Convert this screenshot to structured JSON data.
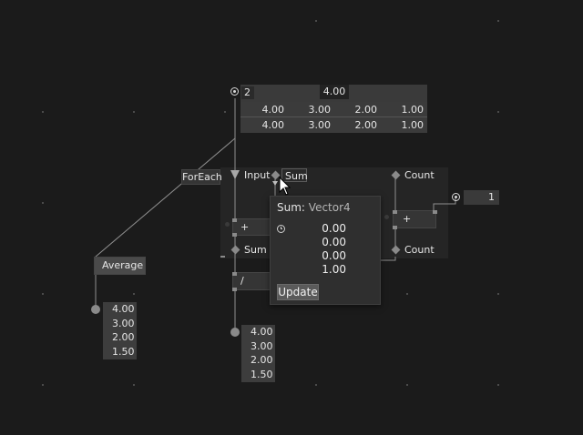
{
  "top_input": {
    "index": "2",
    "tooltip": "4.00"
  },
  "table": {
    "rows": [
      [
        "4.00",
        "3.00",
        "2.00",
        "1.00"
      ],
      [
        "4.00",
        "3.00",
        "2.00",
        "1.00"
      ]
    ]
  },
  "foreach": {
    "label": "ForEach"
  },
  "graph": {
    "input_label": "Input",
    "sum_field": "Sum",
    "count_top": "Count",
    "count_bottom": "Count",
    "plus_left": "+",
    "plus_right": "+",
    "sum_label": "Sum",
    "divide": "/",
    "const_value": "1"
  },
  "popup": {
    "title_name": "Sum",
    "title_sep": ":",
    "title_type": "Vector4",
    "values": [
      "0.00",
      "0.00",
      "0.00",
      "1.00"
    ],
    "update_button": "Update"
  },
  "average": {
    "label": "Average",
    "values": [
      "4.00",
      "3.00",
      "2.00",
      "1.50"
    ]
  },
  "output": {
    "values": [
      "4.00",
      "3.00",
      "2.00",
      "1.50"
    ]
  }
}
